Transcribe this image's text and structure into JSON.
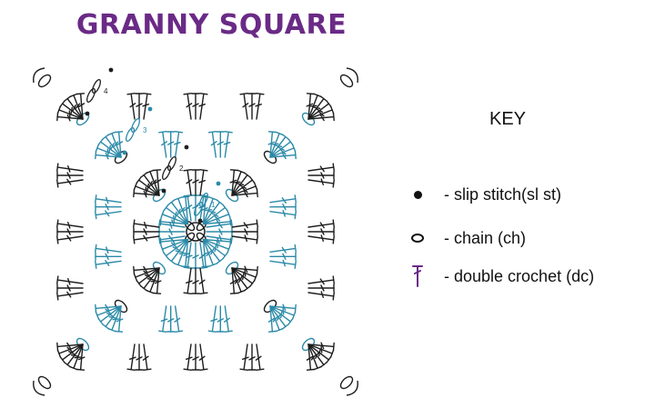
{
  "title": "GRANNY SQUARE",
  "colors": {
    "title": "#6a2a86",
    "round_dark": "#1d1d1d",
    "round_blue": "#2b8aa8",
    "key_dc": "#6a2a86"
  },
  "round_numbers": [
    "1",
    "2",
    "3",
    "4"
  ],
  "key": {
    "title": "KEY",
    "items": [
      {
        "symbol": "slip-stitch",
        "label": "- slip stitch(sl st)"
      },
      {
        "symbol": "chain",
        "label": "- chain (ch)"
      },
      {
        "symbol": "double-crochet",
        "label": "- double crochet (dc)"
      }
    ]
  }
}
